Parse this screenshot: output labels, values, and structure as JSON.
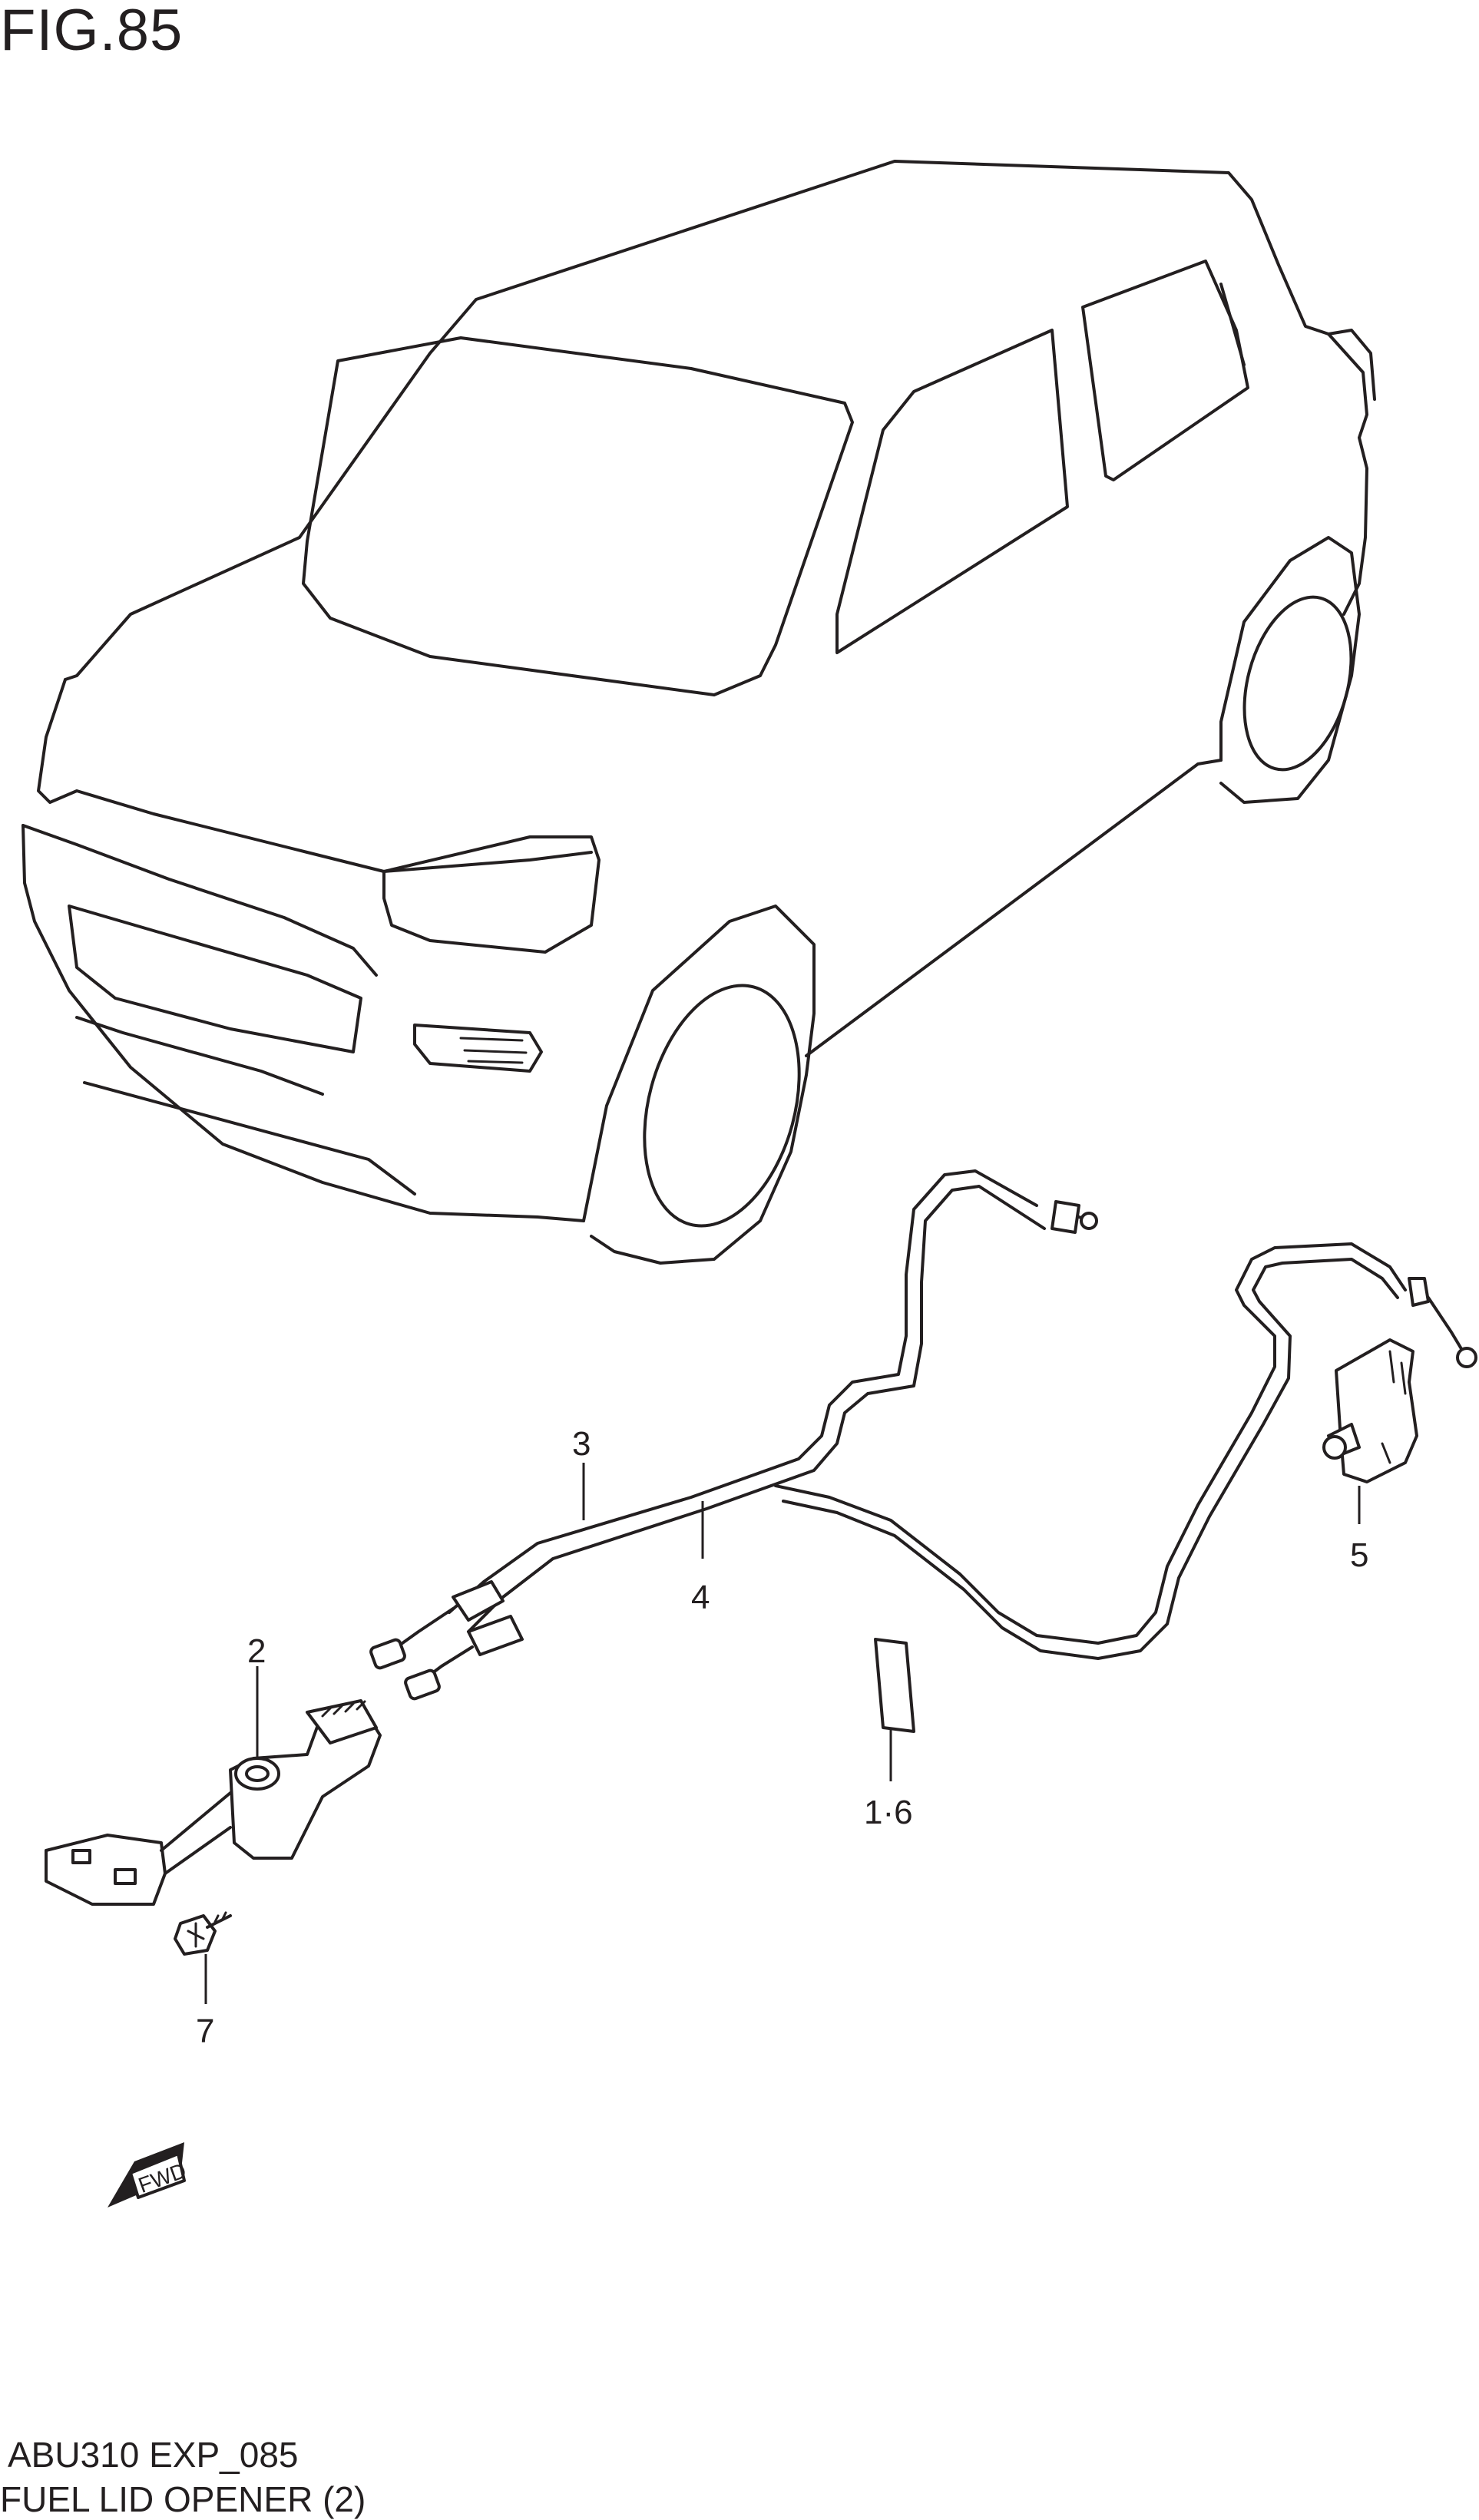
{
  "figure": {
    "title": "FIG.85"
  },
  "footer": {
    "code": "ABU310 EXP_085",
    "title": "FUEL LID OPENER (2)"
  },
  "callouts": [
    {
      "id": "c2",
      "label": "2"
    },
    {
      "id": "c3",
      "label": "3"
    },
    {
      "id": "c4",
      "label": "4"
    },
    {
      "id": "c5",
      "label": "5"
    },
    {
      "id": "c16",
      "label": "1·6"
    },
    {
      "id": "c7",
      "label": "7"
    }
  ],
  "direction_badge": {
    "label": "FWD"
  }
}
